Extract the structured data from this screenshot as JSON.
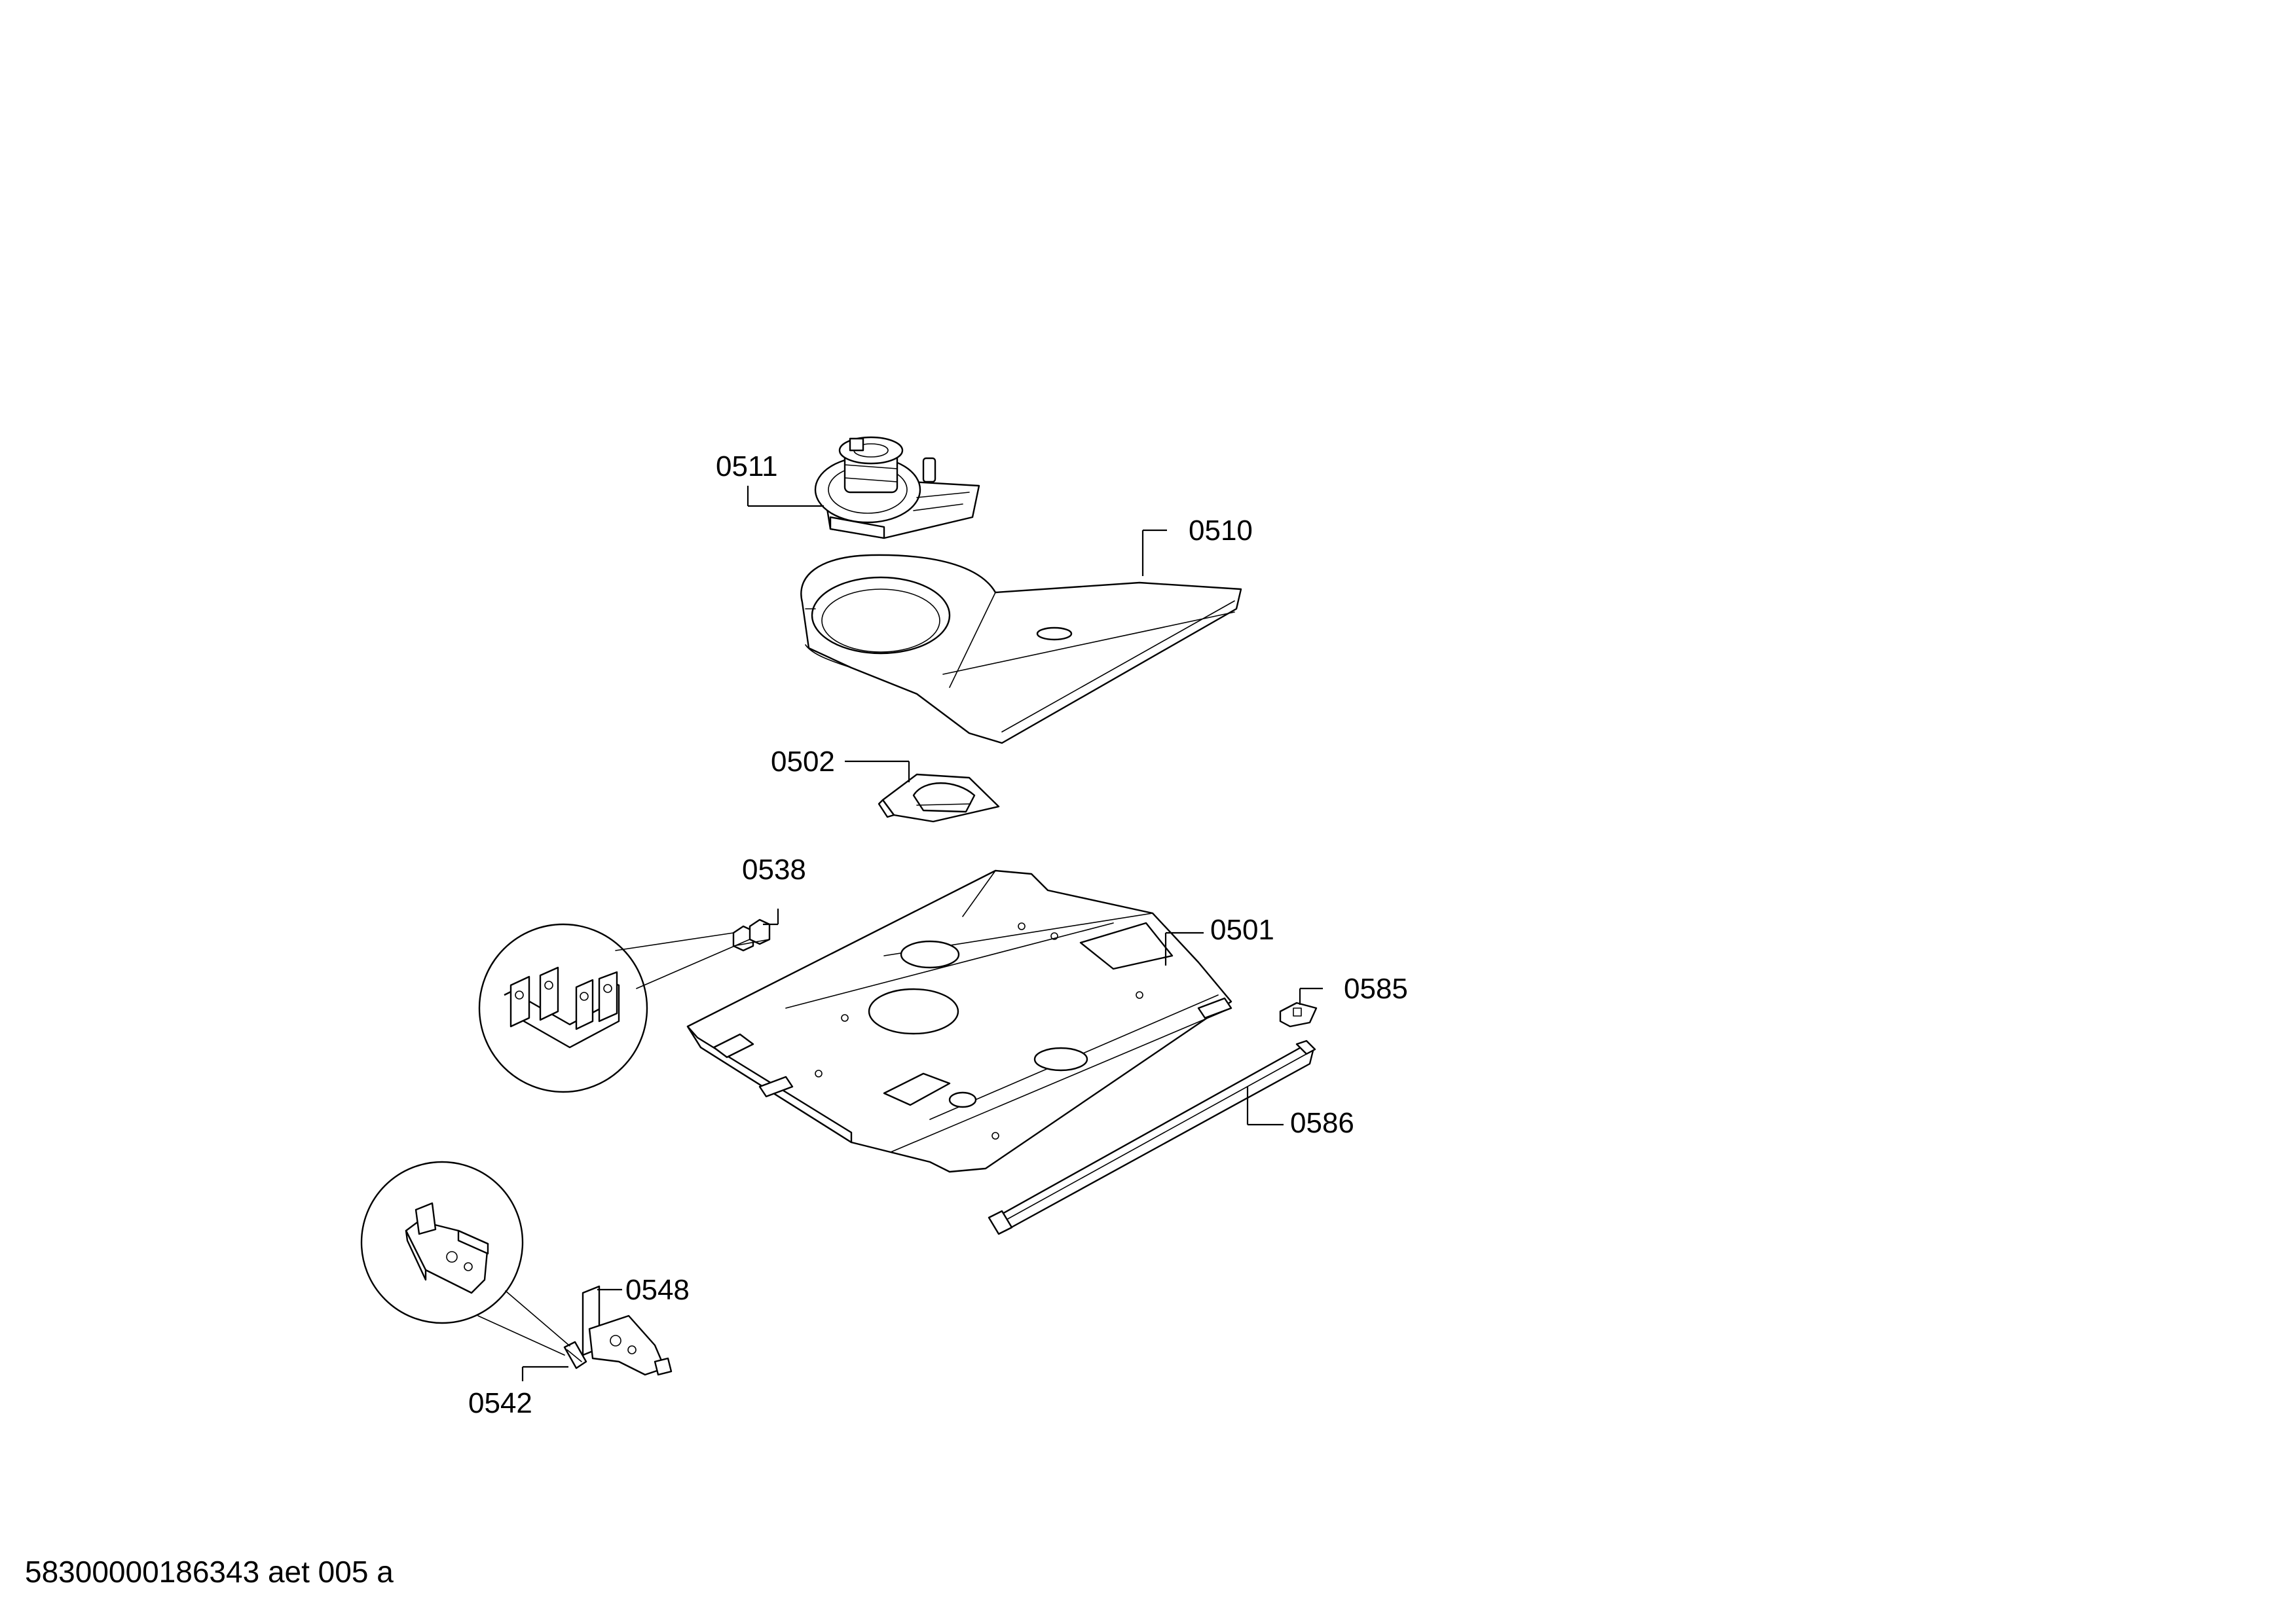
{
  "drawing_number": "58300000186343 aet 005 a",
  "callouts": [
    {
      "id": "0511",
      "label": "0511"
    },
    {
      "id": "0510",
      "label": "0510"
    },
    {
      "id": "0502",
      "label": "0502"
    },
    {
      "id": "0538",
      "label": "0538"
    },
    {
      "id": "0501",
      "label": "0501"
    },
    {
      "id": "0585",
      "label": "0585"
    },
    {
      "id": "0586",
      "label": "0586"
    },
    {
      "id": "0548",
      "label": "0548"
    },
    {
      "id": "0542",
      "label": "0542"
    }
  ]
}
